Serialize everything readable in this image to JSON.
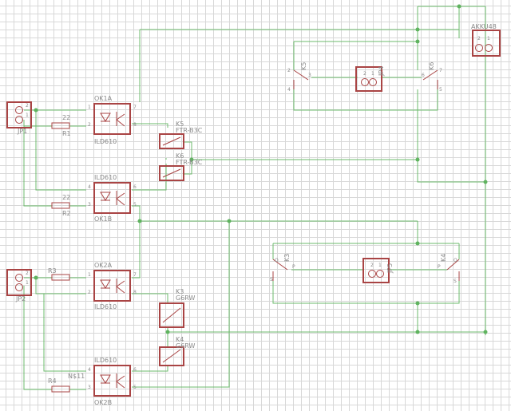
{
  "colors": {
    "wire": "#6dbb6d",
    "part": "#a94444",
    "label": "#8a8a8a",
    "grid": "#d8d8d8"
  },
  "connectors": {
    "jp1": "JP1",
    "jp2": "JP2",
    "jp4": "JP4",
    "jp5": "JP5",
    "akku": "AKKU48"
  },
  "optos": {
    "ok1a": "OK1A",
    "ok1b": "OK1B",
    "ok2a": "OK2A",
    "ok2b": "OK2B",
    "value": "ILD610"
  },
  "resistors": {
    "r1": "R1",
    "r1_val": "22",
    "r2": "R2",
    "r2_val": "22",
    "r3": "R3",
    "r4": "R4",
    "r4_val": "N$11"
  },
  "relays": {
    "k5": "K5",
    "k5_type": "FTR-B3C",
    "k6": "K6",
    "k6_type": "FTR-B3C",
    "k3": "K3",
    "k3_type": "G6RW",
    "k4": "K4",
    "k4_type": "G6RW"
  },
  "pins": {
    "p1": "1",
    "p2": "2",
    "p3": "3",
    "p4": "4",
    "p5": "5",
    "p6": "6",
    "p7": "7",
    "p8": "8",
    "pP": "P",
    "pO": "O",
    "pS": "S"
  }
}
